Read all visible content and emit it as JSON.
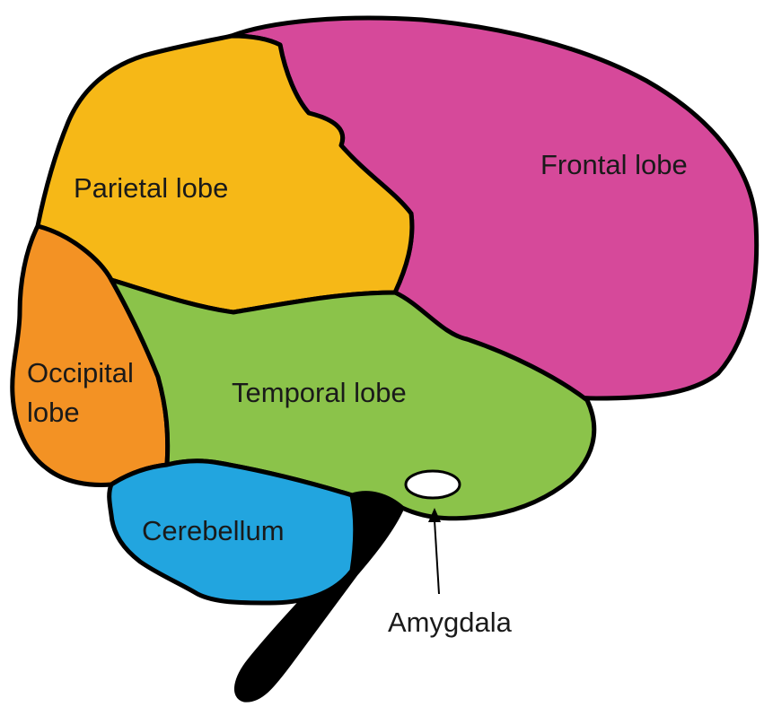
{
  "labels": {
    "frontal": "Frontal lobe",
    "parietal": "Parietal lobe",
    "occipital_line1": "Occipital",
    "occipital_line2": "lobe",
    "temporal": "Temporal lobe",
    "cerebellum": "Cerebellum",
    "amygdala": "Amygdala"
  },
  "colors": {
    "frontal": "#d6499a",
    "parietal": "#f6b817",
    "occipital": "#f39224",
    "temporal": "#8bc34a",
    "cerebellum": "#22a5df",
    "brainstem": "#000000",
    "amygdala": "#ffffff",
    "outline": "#000000"
  }
}
